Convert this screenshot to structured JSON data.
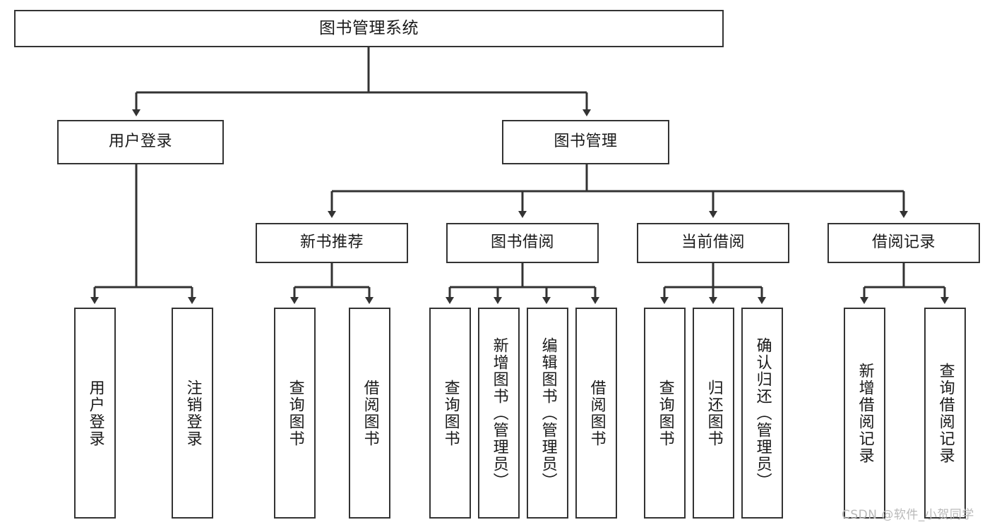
{
  "diagram": {
    "title": "图书管理系统",
    "type": "tree-hierarchy",
    "root": {
      "id": "root",
      "label": "图书管理系统"
    },
    "level2": [
      {
        "id": "user-login",
        "label": "用户登录"
      },
      {
        "id": "book-manage",
        "label": "图书管理"
      }
    ],
    "level3": [
      {
        "id": "new-book-recommend",
        "label": "新书推荐"
      },
      {
        "id": "book-borrow",
        "label": "图书借阅"
      },
      {
        "id": "current-borrow",
        "label": "当前借阅"
      },
      {
        "id": "borrow-record",
        "label": "借阅记录"
      }
    ],
    "leaves": {
      "user_login": [
        {
          "id": "leaf-user-login",
          "label": "用户登录"
        },
        {
          "id": "leaf-logout",
          "label": "注销登录"
        }
      ],
      "new_book_recommend": [
        {
          "id": "leaf-query-book-1",
          "label": "查询图书"
        },
        {
          "id": "leaf-borrow-book-1",
          "label": "借阅图书"
        }
      ],
      "book_borrow": [
        {
          "id": "leaf-query-book-2",
          "label": "查询图书"
        },
        {
          "id": "leaf-add-book",
          "label": "新增图书（管理员）"
        },
        {
          "id": "leaf-edit-book",
          "label": "编辑图书（管理员）"
        },
        {
          "id": "leaf-borrow-book-2",
          "label": "借阅图书"
        }
      ],
      "current_borrow": [
        {
          "id": "leaf-query-book-3",
          "label": "查询图书"
        },
        {
          "id": "leaf-return-book",
          "label": "归还图书"
        },
        {
          "id": "leaf-confirm-return",
          "label": "确认归还（管理员）"
        }
      ],
      "borrow_record": [
        {
          "id": "leaf-add-record",
          "label": "新增借阅记录"
        },
        {
          "id": "leaf-query-record",
          "label": "查询借阅记录"
        }
      ]
    }
  },
  "watermark": {
    "text": "CSDN @软件_小贺同学"
  },
  "colors": {
    "border": "#333333",
    "text": "#1a1a1a",
    "background": "#ffffff",
    "watermark": "#b9b9b9"
  }
}
